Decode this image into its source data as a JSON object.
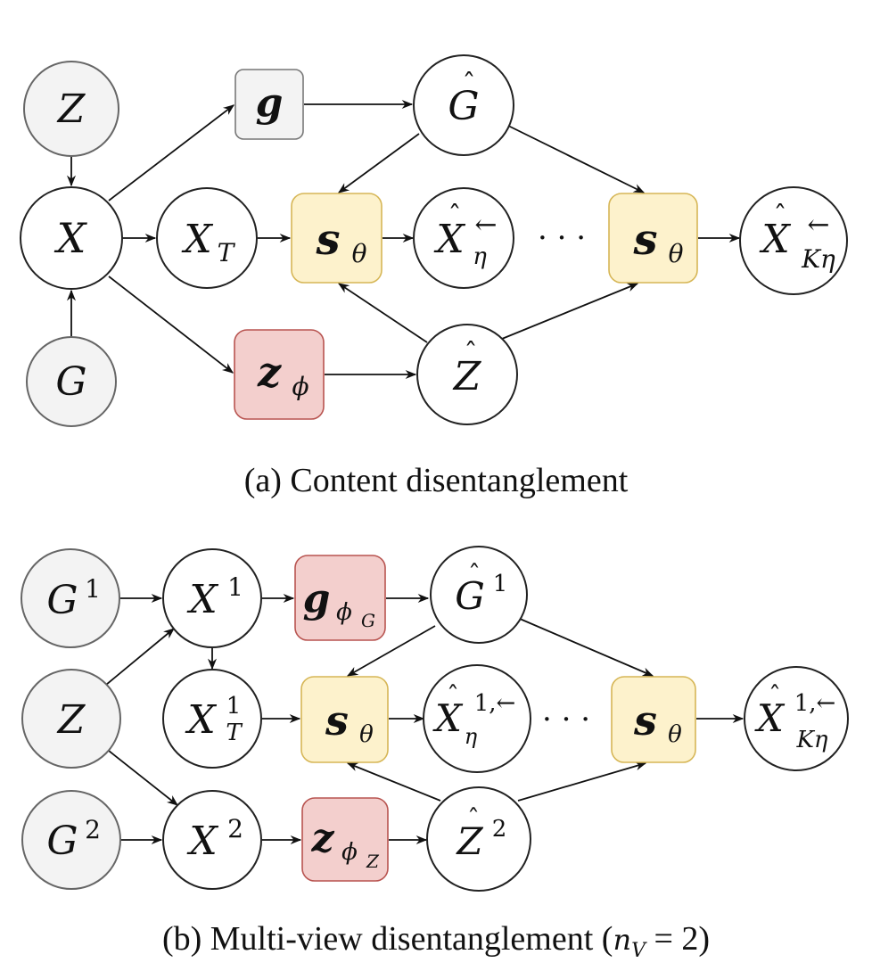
{
  "figure_a": {
    "caption": "(a) Content disentanglement",
    "nodes": {
      "Z": {
        "base": "Z",
        "hat": "",
        "sub": "",
        "sup": "",
        "kind": "observed"
      },
      "X": {
        "base": "X",
        "hat": "",
        "sub": "",
        "sup": "",
        "kind": "latent"
      },
      "G": {
        "base": "G",
        "hat": "",
        "sub": "",
        "sup": "",
        "kind": "observed"
      },
      "g": {
        "base": "g",
        "hat": "",
        "sub": "",
        "sup": "",
        "kind": "function-gray"
      },
      "G_hat": {
        "base": "G",
        "hat": "ˆ",
        "sub": "",
        "sup": "",
        "kind": "latent"
      },
      "X_T": {
        "base": "X",
        "hat": "",
        "sub": "T",
        "sup": "",
        "kind": "latent"
      },
      "s_theta_1": {
        "base": "s",
        "hat": "",
        "sub": "θ",
        "sup": "",
        "kind": "function-yellow"
      },
      "X_hat_eta": {
        "base": "X",
        "hat": "ˆ",
        "sub": "η",
        "sup": "←",
        "kind": "latent"
      },
      "dots": "· · ·",
      "s_theta_2": {
        "base": "s",
        "hat": "",
        "sub": "θ",
        "sup": "",
        "kind": "function-yellow"
      },
      "X_hat_Keta": {
        "base": "X",
        "hat": "ˆ",
        "sub": "Kη",
        "sup": "←",
        "kind": "latent"
      },
      "z_phi": {
        "base": "z",
        "hat": "",
        "sub": "ϕ",
        "sup": "",
        "kind": "function-red"
      },
      "Z_hat": {
        "base": "Z",
        "hat": "ˆ",
        "sub": "",
        "sup": "",
        "kind": "latent"
      }
    },
    "edges": [
      [
        "Z",
        "X"
      ],
      [
        "G",
        "X"
      ],
      [
        "X",
        "g"
      ],
      [
        "X",
        "X_T"
      ],
      [
        "X",
        "z_phi"
      ],
      [
        "g",
        "G_hat"
      ],
      [
        "G_hat",
        "s_theta_1"
      ],
      [
        "G_hat",
        "s_theta_2"
      ],
      [
        "X_T",
        "s_theta_1"
      ],
      [
        "s_theta_1",
        "X_hat_eta"
      ],
      [
        "z_phi",
        "Z_hat"
      ],
      [
        "Z_hat",
        "s_theta_1"
      ],
      [
        "Z_hat",
        "s_theta_2"
      ],
      [
        "s_theta_2",
        "X_hat_Keta"
      ]
    ]
  },
  "figure_b": {
    "caption_text": "(b) Multi-view disentanglement (",
    "caption_math_base": "n",
    "caption_math_sub": "V",
    "caption_math_rest": " = 2)",
    "nodes": {
      "G1": {
        "base": "G",
        "hat": "",
        "sub": "",
        "sup": "1",
        "kind": "observed"
      },
      "Z": {
        "base": "Z",
        "hat": "",
        "sub": "",
        "sup": "",
        "kind": "observed"
      },
      "G2": {
        "base": "G",
        "hat": "",
        "sub": "",
        "sup": "2",
        "kind": "observed"
      },
      "X1": {
        "base": "X",
        "hat": "",
        "sub": "",
        "sup": "1",
        "kind": "latent"
      },
      "X1_T": {
        "base": "X",
        "hat": "",
        "sub": "T",
        "sup": "1",
        "kind": "latent"
      },
      "X2": {
        "base": "X",
        "hat": "",
        "sub": "",
        "sup": "2",
        "kind": "latent"
      },
      "g_phi_G": {
        "base": "g",
        "hat": "",
        "sub": "ϕ",
        "subsub": "G",
        "sup": "",
        "kind": "function-red"
      },
      "z_phi_Z": {
        "base": "z",
        "hat": "",
        "sub": "ϕ",
        "subsub": "Z",
        "sup": "",
        "kind": "function-red"
      },
      "G1_hat": {
        "base": "G",
        "hat": "ˆ",
        "sub": "",
        "sup": "1",
        "kind": "latent"
      },
      "s_theta_1": {
        "base": "s",
        "hat": "",
        "sub": "θ",
        "sup": "",
        "kind": "function-yellow"
      },
      "X1_hat_eta": {
        "base": "X",
        "hat": "ˆ",
        "sub": "η",
        "sup": "1,←",
        "kind": "latent"
      },
      "dots": "· · ·",
      "s_theta_2": {
        "base": "s",
        "hat": "",
        "sub": "θ",
        "sup": "",
        "kind": "function-yellow"
      },
      "X1_hat_Keta": {
        "base": "X",
        "hat": "ˆ",
        "sub": "Kη",
        "sup": "1,←",
        "kind": "latent"
      },
      "Z2_hat": {
        "base": "Z",
        "hat": "ˆ",
        "sub": "",
        "sup": "2",
        "kind": "latent"
      }
    },
    "edges": [
      [
        "G1",
        "X1"
      ],
      [
        "Z",
        "X1"
      ],
      [
        "Z",
        "X2"
      ],
      [
        "G2",
        "X2"
      ],
      [
        "X1",
        "X1_T"
      ],
      [
        "X1",
        "g_phi_G"
      ],
      [
        "g_phi_G",
        "G1_hat"
      ],
      [
        "G1_hat",
        "s_theta_1"
      ],
      [
        "G1_hat",
        "s_theta_2"
      ],
      [
        "X1_T",
        "s_theta_1"
      ],
      [
        "s_theta_1",
        "X1_hat_eta"
      ],
      [
        "X2",
        "z_phi_Z"
      ],
      [
        "z_phi_Z",
        "Z2_hat"
      ],
      [
        "Z2_hat",
        "s_theta_1"
      ],
      [
        "Z2_hat",
        "s_theta_2"
      ],
      [
        "s_theta_2",
        "X1_hat_Keta"
      ]
    ]
  },
  "colors": {
    "observed_fill": "#f3f3f3",
    "gray_box_fill": "#f3f3f3",
    "score_box_fill": "#fdf2cc",
    "score_box_stroke": "#d6b656",
    "encoder_box_fill": "#f3cfcd",
    "encoder_box_stroke": "#b85450"
  }
}
